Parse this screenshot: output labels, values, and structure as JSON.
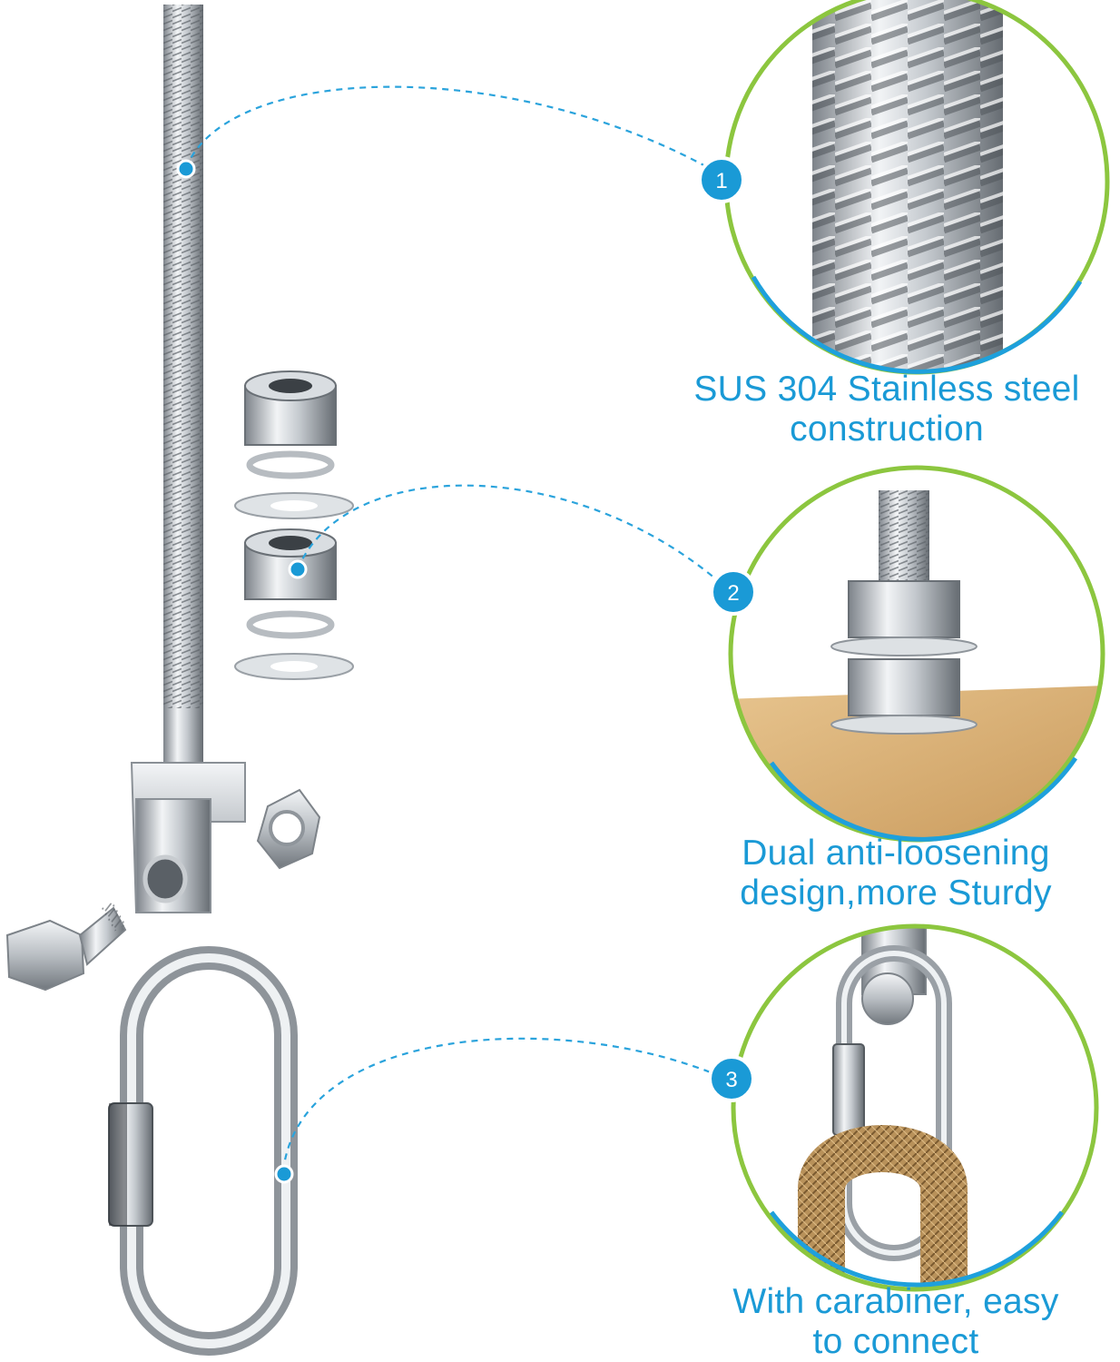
{
  "colors": {
    "accent_blue": "#1a9ad6",
    "ring_green": "#8cc63f",
    "ring_blue": "#1ea0dc",
    "steel_light": "#e6e9ec",
    "steel_dark": "#6f757b",
    "wood": "#d9b07a",
    "rope": "#b48a52"
  },
  "callouts": [
    {
      "number": "1",
      "line1": "SUS 304 Stainless steel",
      "line2": "construction"
    },
    {
      "number": "2",
      "line1": "Dual anti-loosening",
      "line2": "design,more Sturdy"
    },
    {
      "number": "3",
      "line1": "With carabiner, easy",
      "line2": "to connect"
    }
  ],
  "icons": {
    "product": "threaded-rod-bracket",
    "nuts": "hex-nut-icon",
    "washers": "washer-icon",
    "bolt": "hex-bolt-icon",
    "link": "quick-link-carabiner-icon"
  }
}
